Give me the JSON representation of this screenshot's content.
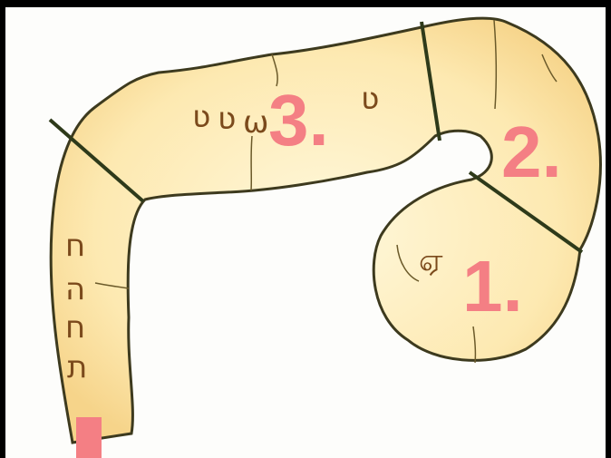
{
  "labels": {
    "one": "1.",
    "two": "2.",
    "three": "3."
  },
  "colors": {
    "background": "#000000",
    "paper": "#fdfdfb",
    "tube_fill": "#fde9b1",
    "tube_stroke": "#3d3a1e",
    "label": "#f47f84",
    "glyph": "#7b4a1c"
  }
}
